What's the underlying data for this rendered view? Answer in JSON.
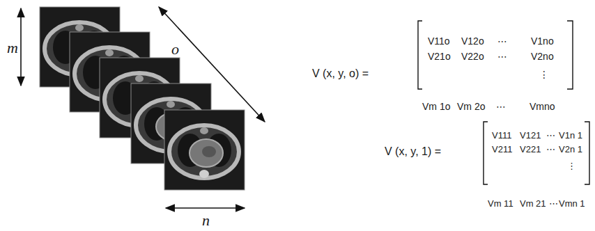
{
  "diagram": {
    "labels": [
      "m",
      "o",
      "n",
      "V (x, y, o) =",
      "V11o",
      "V12o",
      "⋯",
      "V1no",
      "V21o",
      "V22o",
      "⋯",
      "V2no",
      "⋮",
      "Vm 1o",
      "Vm 2o",
      "⋯",
      "Vmno",
      "V (x, y, 1) =",
      "V111",
      "V121",
      "⋯",
      "V1n 1",
      "V211",
      "V221",
      "⋯",
      "V2n 1",
      "⋮",
      "Vm 11",
      "Vm 21",
      "⋯",
      "Vmn 1"
    ]
  }
}
